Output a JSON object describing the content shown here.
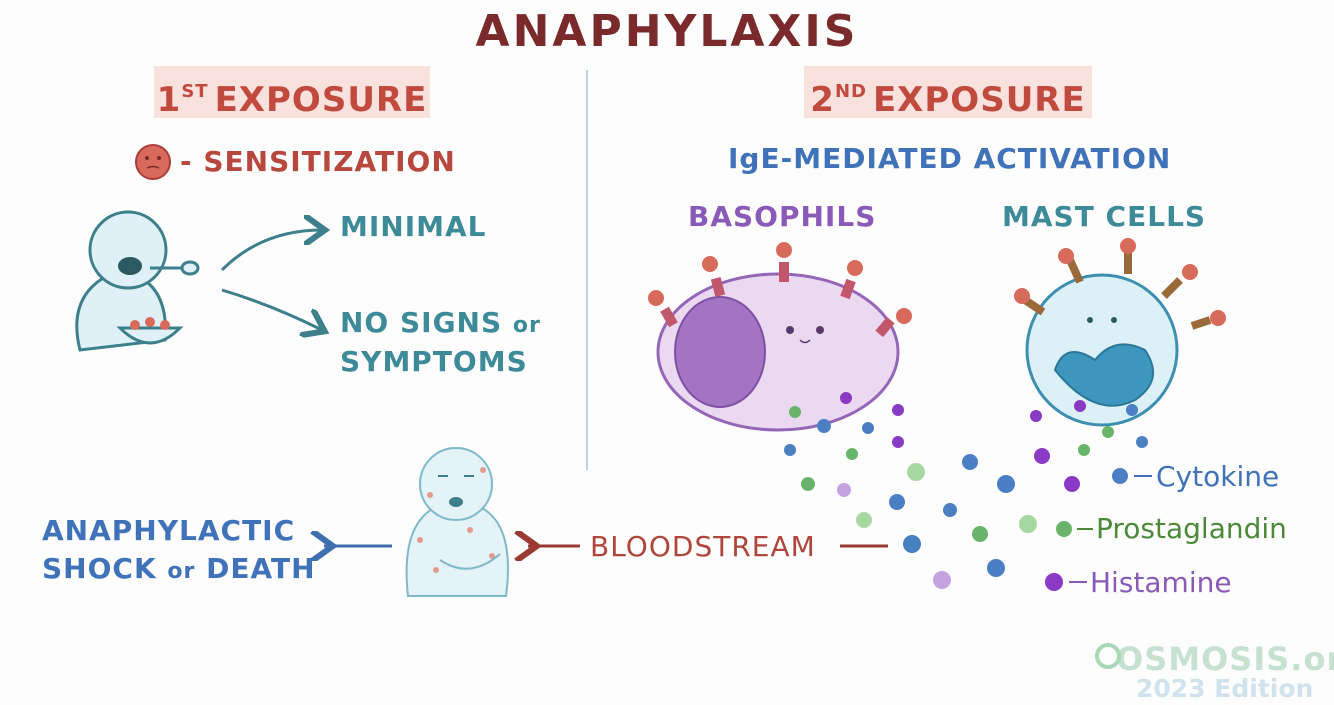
{
  "title": "ANAPHYLAXIS",
  "first_exposure": {
    "header_main": "1",
    "header_sup": "ST",
    "header_rest": "EXPOSURE",
    "sensitization_label": "- SENSITIZATION",
    "outcome_1": "MINIMAL",
    "outcome_2_line1": "NO SIGNS",
    "outcome_2_or": "or",
    "outcome_2_line2": "SYMPTOMS"
  },
  "second_exposure": {
    "header_main": "2",
    "header_sup": "ND",
    "header_rest": "EXPOSURE",
    "subtitle": "IgE-MEDIATED ACTIVATION",
    "cell_1": "BASOPHILS",
    "cell_2": "MAST CELLS"
  },
  "legend": {
    "cytokine": "Cytokine",
    "prostaglandin": "Prostaglandin",
    "histamine": "Histamine"
  },
  "flow": {
    "bloodstream": "BLOODSTREAM",
    "outcome_line1": "ANAPHYLACTIC",
    "outcome_line2_a": "SHOCK",
    "outcome_line2_or": "or",
    "outcome_line2_b": "DEATH"
  },
  "watermark": {
    "brand": "OSMOSIS.org",
    "edition": "2023 Edition"
  },
  "colors": {
    "title": "#7a2a2a",
    "first_exposure_red": "#b8473d",
    "teal": "#3d8a99",
    "blue": "#3f72b8",
    "purple": "#8a5ab8",
    "green": "#4c8a3a"
  },
  "icons": [
    "allergen-icon",
    "person-eating-icon",
    "arrow-icon",
    "basophil-icon",
    "mast-cell-icon",
    "ige-receptor-icon",
    "mediator-dot-icon",
    "sick-person-icon",
    "osmosis-logo-icon"
  ]
}
